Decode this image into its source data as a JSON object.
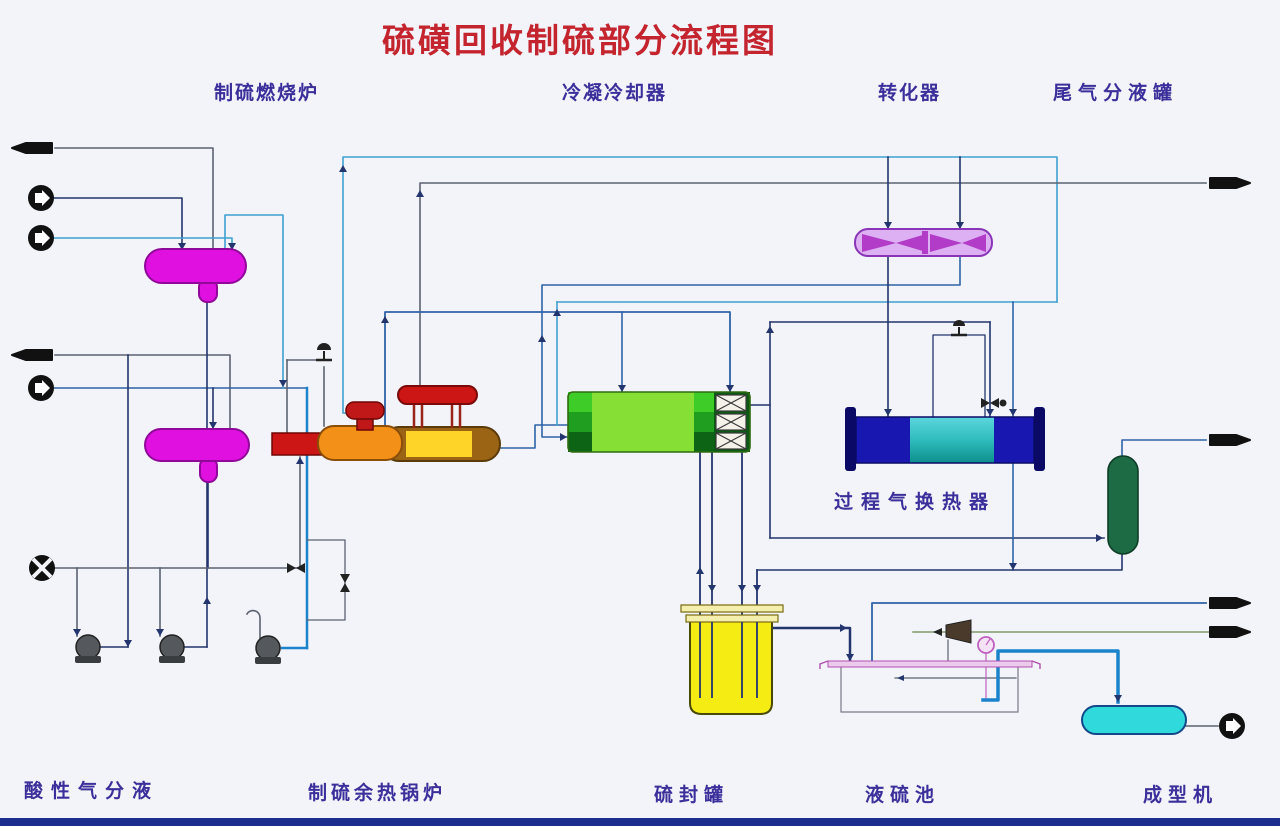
{
  "title": {
    "text": "硫磺回收制硫部分流程图"
  },
  "labels": {
    "furnace": "制硫燃烧炉",
    "condenser": "冷凝冷却器",
    "converter": "转化器",
    "tail_gas_drum": "尾气分液罐",
    "heat_exchanger": "过程气换热器",
    "acid_gas_separation": "酸性气分液",
    "waste_heat_boiler": "制硫余热锅炉",
    "sulfur_seal_tank": "硫封罐",
    "liquid_sulfur_pool": "液硫池",
    "forming_machine": "成型机"
  },
  "colors": {
    "title_red": "#c4242e",
    "label_indigo": "#3b2f9b",
    "separator_drum_magenta": "#e010e0",
    "burner_red": "#cc1515",
    "furnace_orange": "#f29018",
    "boiler_brown": "#9a6414",
    "boiler_yellow": "#ffd428",
    "steam_drum_red": "#cc1515",
    "condenser_green": "#86df35",
    "converter_purple": "#dcb0f2",
    "converter_pattern": "#b23cc8",
    "exchanger_navy": "#1818b0",
    "exchanger_cyan": "#2fbcbc",
    "tail_gas_separator_green": "#1d6b45",
    "seal_tank_yellow": "#f5ec14",
    "sulfur_pool_pink": "#eccaec",
    "forming_machine_cyan": "#2fd9dc",
    "pipe_dark_blue": "#23356e",
    "pipe_light_blue": "#3fa0d0",
    "bottom_bar_blue": "#1b2d8e"
  }
}
